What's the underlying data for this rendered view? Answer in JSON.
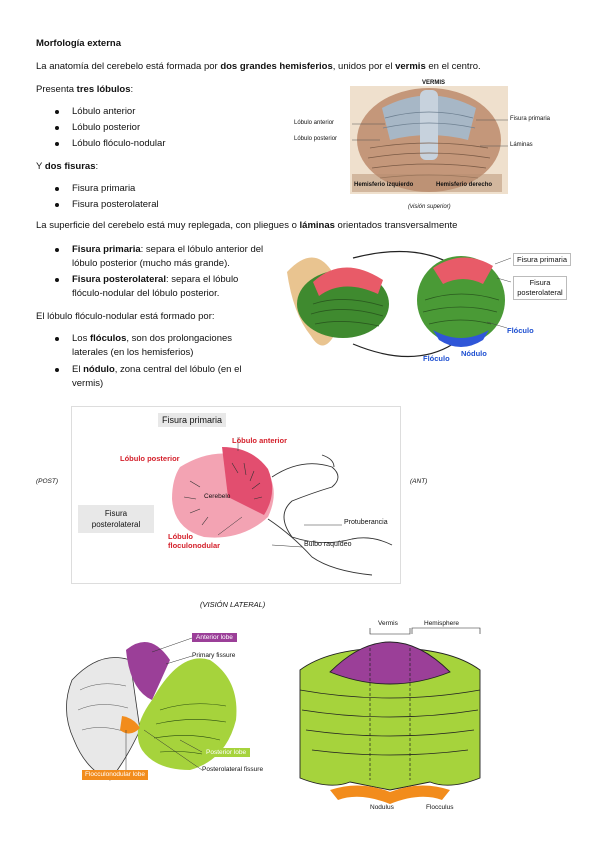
{
  "heading": "Morfología externa",
  "p1": {
    "a": "La anatomía del cerebelo está formada por ",
    "b": "dos grandes hemisferios",
    "c": ", unidos por el ",
    "d": "vermis",
    "e": " en el centro."
  },
  "p2": {
    "a": "Presenta ",
    "b": "tres lóbulos",
    "c": ":"
  },
  "lobes": [
    "Lóbulo anterior",
    "Lóbulo posterior",
    "Lóbulo flóculo-nodular"
  ],
  "p3": {
    "a": "Y ",
    "b": "dos fisuras",
    "c": ":"
  },
  "fissures": [
    "Fisura primaria",
    "Fisura posterolateral"
  ],
  "p4": {
    "a": "La superficie del cerebelo está muy replegada, con pliegues o ",
    "b": "láminas",
    "c": " orientados transversalmente"
  },
  "fissure_desc": [
    {
      "b": "Fisura primaria",
      "t": ": separa el lóbulo anterior del lóbulo posterior (mucho más grande)."
    },
    {
      "b": "Fisura posterolateral",
      "t": ": separa el lóbulo flóculo-nodular del lóbulo posterior."
    }
  ],
  "p5": "El lóbulo flóculo-nodular está formado por:",
  "fn_desc": [
    {
      "a": "Los ",
      "b": "flóculos",
      "t": ", son dos prolongaciones laterales (en los hemisferios)"
    },
    {
      "a": "El ",
      "b": "nódulo",
      "t": ", zona central del lóbulo (en el vermis)"
    }
  ],
  "fig1": {
    "vermis": "VERMIS",
    "left_labels": [
      "Lóbulo anterior",
      "Lóbulo posterior"
    ],
    "right_labels": [
      "Fisura primaria",
      "Láminas"
    ],
    "bottom_labels": [
      "Hemisferio izquierdo",
      "Hemisferio derecho"
    ],
    "caption": "(visión superior)"
  },
  "fig2": {
    "labels": [
      "Fisura primaria",
      "Fisura posterolateral",
      "Flóculo",
      "Flóculo",
      "Nódulo"
    ]
  },
  "fig3": {
    "post": "(POST)",
    "ant": "(ANT)",
    "fisura_primaria": "Fisura primaria",
    "lobulo_anterior": "Lóbulo anterior",
    "lobulo_posterior": "Lóbulo posterior",
    "cerebelo": "Cerebelo",
    "fisura_posterolateral": "Fisura posterolateral",
    "lobulo_flocu": "Lóbulo floculonodular",
    "protuberancia": "Protuberancia",
    "bulbo": "Bulbo raquídeo",
    "caption": "(VISIÓN LATERAL)"
  },
  "fig4": {
    "anterior_lobe": "Anterior lobe",
    "primary_fissure": "Primary fissure",
    "posterior_lobe": "Posterior lobe",
    "posterolateral_fissure": "Posterolateral fissure",
    "flocculonodular_lobe": "Flocculonodular lobe",
    "vermis": "Vermis",
    "hemisphere": "Hemisphere",
    "nodulus": "Nodulus",
    "flocculus": "Flocculus"
  },
  "colors": {
    "anterior": "#9b3f98",
    "posterior": "#a6d33c",
    "flocculo": "#f28c1c",
    "red_label": "#d41f2a",
    "blue_label": "#1d4fd1"
  }
}
